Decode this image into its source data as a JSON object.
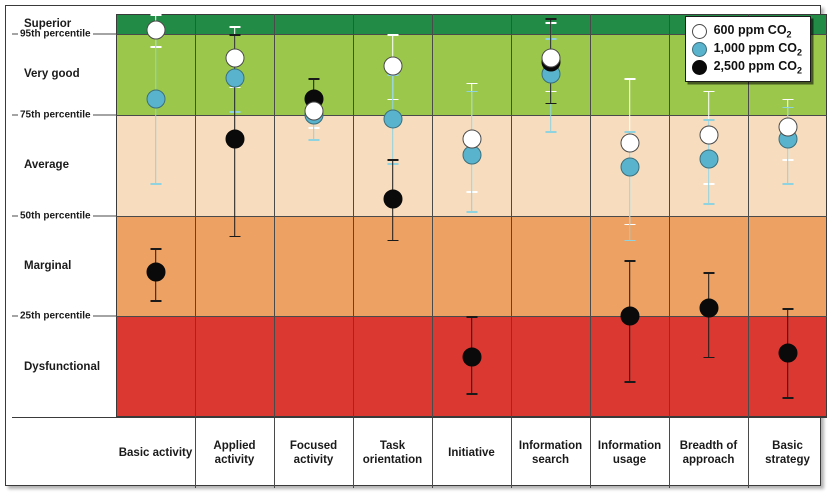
{
  "chart_data": {
    "type": "scatter",
    "title": "",
    "xlabel": "",
    "ylabel": "",
    "y_axis_kind": "percentile",
    "ylim": [
      0,
      100
    ],
    "grid": true,
    "legend_position": "top-right",
    "categories": [
      "Basic activity",
      "Applied activity",
      "Focused activity",
      "Task orientation",
      "Initiative",
      "Information search",
      "Information usage",
      "Breadth of approach",
      "Basic strategy"
    ],
    "zone_bands": [
      {
        "label": "Superior",
        "from": 95,
        "to": 100,
        "color": "#228B45"
      },
      {
        "label": "Very good",
        "from": 75,
        "to": 95,
        "color": "#9BC84A"
      },
      {
        "label": "Average",
        "from": 50,
        "to": 75,
        "color": "#F7DCBE"
      },
      {
        "label": "Marginal",
        "from": 25,
        "to": 50,
        "color": "#EDA162"
      },
      {
        "label": "Dysfunctional",
        "from": 0,
        "to": 25,
        "color": "#DC3832"
      }
    ],
    "percentile_ticks": [
      {
        "label": "95th percentile",
        "value": 95
      },
      {
        "label": "75th percentile",
        "value": 75
      },
      {
        "label": "50th percentile",
        "value": 50
      },
      {
        "label": "25th percentile",
        "value": 25
      }
    ],
    "series": [
      {
        "name": "600 ppm CO2",
        "legend_label": "600 ppm CO",
        "legend_sub": "2",
        "marker": "open-circle",
        "color": "#ffffff",
        "edge_color": "#4a4a4a",
        "values": [
          96,
          89,
          76,
          87,
          69,
          89,
          68,
          70,
          72
        ],
        "err_upper": [
          100,
          97,
          80,
          95,
          83,
          98,
          84,
          81,
          79
        ],
        "err_lower": [
          92,
          82,
          72,
          79,
          56,
          81,
          48,
          58,
          64
        ]
      },
      {
        "name": "1,000 ppm CO2",
        "legend_label": "1,000 ppm CO",
        "legend_sub": "2",
        "marker": "filled-circle",
        "color": "#5AB3CC",
        "edge_color": "#3b6f7d",
        "values": [
          79,
          84,
          75,
          74,
          65,
          85,
          62,
          64,
          69
        ],
        "err_upper": [
          96,
          90,
          80,
          85,
          81,
          94,
          71,
          74,
          77
        ],
        "err_lower": [
          58,
          76,
          69,
          63,
          51,
          71,
          44,
          53,
          58
        ]
      },
      {
        "name": "2,500 ppm CO2",
        "legend_label": "2,500 ppm CO",
        "legend_sub": "2",
        "marker": "black-circle",
        "color": "#0a0a0a",
        "edge_color": "#0a0a0a",
        "values": [
          36,
          69,
          79,
          54,
          15,
          88,
          25,
          27,
          16
        ],
        "err_upper": [
          42,
          95,
          84,
          64,
          25,
          99,
          39,
          36,
          27
        ],
        "err_lower": [
          29,
          45,
          74,
          44,
          6,
          78,
          9,
          15,
          5
        ]
      }
    ]
  },
  "legend": {
    "rows": [
      {
        "label": "600 ppm CO",
        "sub": "2",
        "marker": "open-circle"
      },
      {
        "label": "1,000 ppm CO",
        "sub": "2",
        "marker": "filled-circle"
      },
      {
        "label": "2,500 ppm CO",
        "sub": "2",
        "marker": "black-circle"
      }
    ]
  }
}
